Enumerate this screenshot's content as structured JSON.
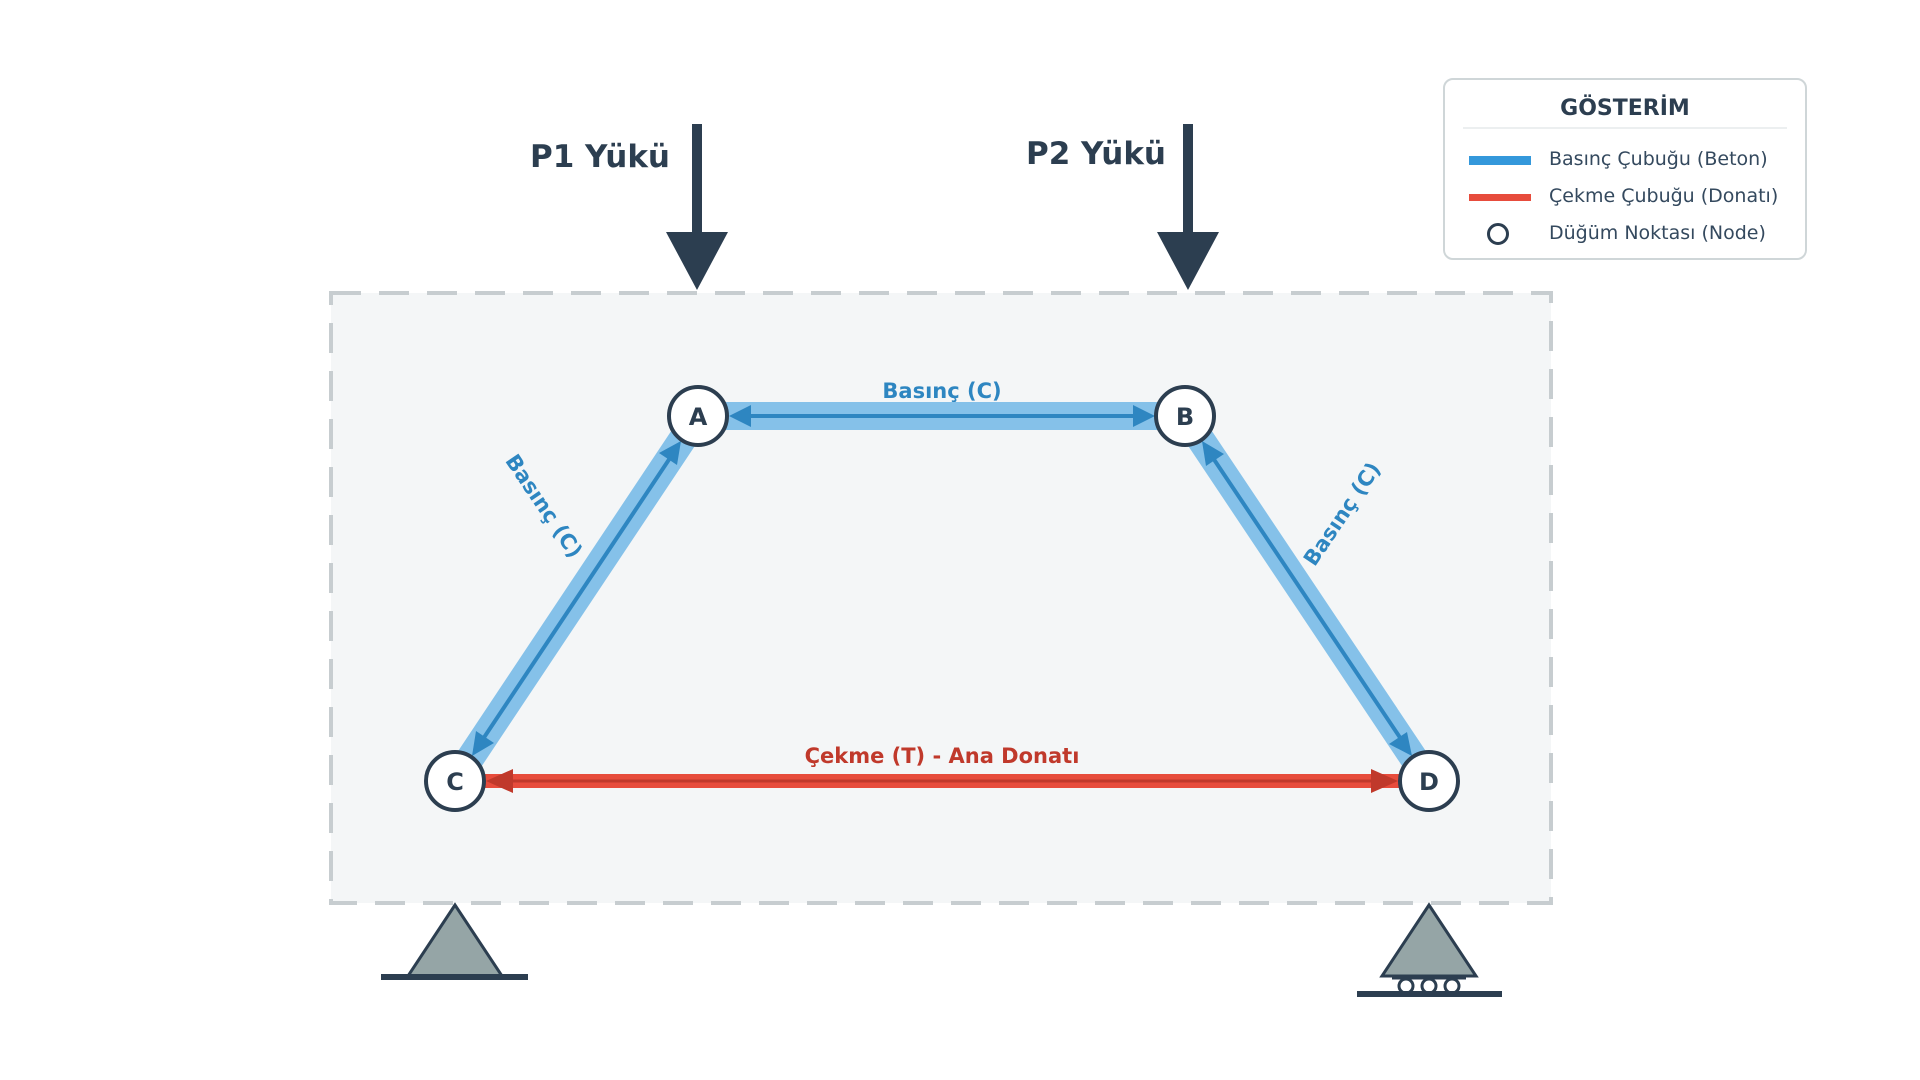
{
  "loads": [
    {
      "id": "p1",
      "label": "P1 Yükü"
    },
    {
      "id": "p2",
      "label": "P2 Yükü"
    }
  ],
  "nodes": [
    {
      "id": "A",
      "label": "A"
    },
    {
      "id": "B",
      "label": "B"
    },
    {
      "id": "C",
      "label": "C"
    },
    {
      "id": "D",
      "label": "D"
    }
  ],
  "members": [
    {
      "id": "AB",
      "from": "A",
      "to": "B",
      "type": "compression",
      "label": "Basınç (C)"
    },
    {
      "id": "AC",
      "from": "A",
      "to": "C",
      "type": "compression",
      "label": "Basınç (C)"
    },
    {
      "id": "BD",
      "from": "B",
      "to": "D",
      "type": "compression",
      "label": "Basınç (C)"
    },
    {
      "id": "CD",
      "from": "C",
      "to": "D",
      "type": "tension",
      "label": "Çekme (T) - Ana Donatı"
    }
  ],
  "supports": [
    {
      "id": "left",
      "type": "pin"
    },
    {
      "id": "right",
      "type": "roller"
    }
  ],
  "legend": {
    "title": "GÖSTERİM",
    "items": [
      {
        "key": "compression",
        "label": "Basınç Çubuğu (Beton)",
        "color": "#3498db"
      },
      {
        "key": "tension",
        "label": "Çekme Çubuğu (Donatı)",
        "color": "#e74c3c"
      },
      {
        "key": "node",
        "label": "Düğüm Noktası (Node)",
        "color": "#2c3e50"
      }
    ]
  },
  "colors": {
    "compression_band": "#85c1e9",
    "compression_line": "#2e86c1",
    "tension": "#e74c3c",
    "tension_dark": "#c0392b",
    "node_stroke": "#2c3e50",
    "load_arrow": "#2c3e50",
    "support": "#95a5a6",
    "beam_fill": "#f4f6f7",
    "beam_border": "#c7cdd0"
  }
}
